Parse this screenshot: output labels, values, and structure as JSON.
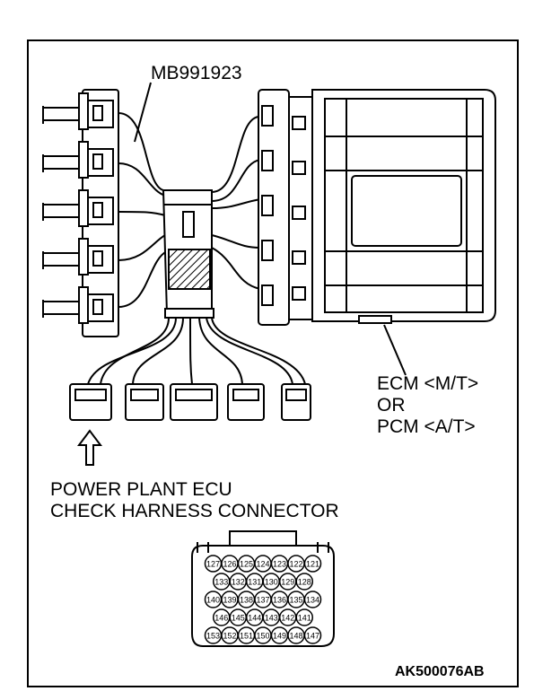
{
  "tool_label": "MB991923",
  "ecm_label": {
    "line1": "ECM <M/T>",
    "line2": "OR",
    "line3": "PCM <A/T>"
  },
  "connector_caption": {
    "line1": "POWER PLANT ECU",
    "line2": "CHECK HARNESS CONNECTOR"
  },
  "pin_rows": [
    [
      "127",
      "126",
      "125",
      "124",
      "123",
      "122",
      "121"
    ],
    [
      "133",
      "132",
      "131",
      "130",
      "129",
      "128"
    ],
    [
      "140",
      "139",
      "138",
      "137",
      "136",
      "135",
      "134"
    ],
    [
      "146",
      "145",
      "144",
      "143",
      "142",
      "141"
    ],
    [
      "153",
      "152",
      "151",
      "150",
      "149",
      "148",
      "147"
    ]
  ],
  "figure_code": "AK500076AB",
  "colors": {
    "line": "#000000",
    "background": "#ffffff"
  }
}
